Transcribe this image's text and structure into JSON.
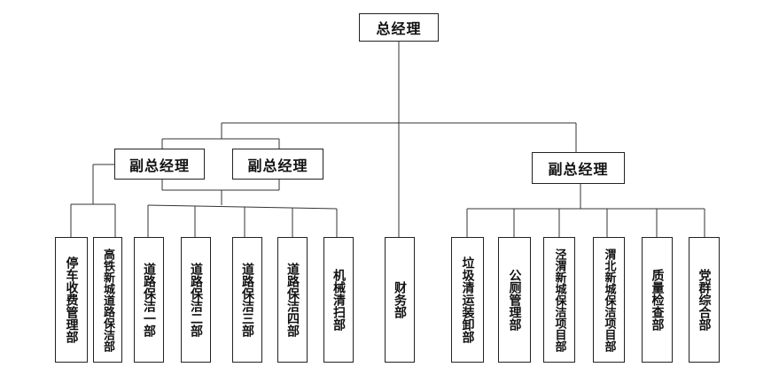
{
  "org_chart": {
    "ceo": "总经理",
    "deputy_left_1": "副总经理",
    "deputy_left_2": "副总经理",
    "deputy_right": "副总经理",
    "departments": {
      "d1": "停车收费管理部",
      "d2": "高铁新城道路保洁部",
      "d3": "道路保洁一部",
      "d4": "道路保洁二部",
      "d5": "道路保洁三部",
      "d6": "道路保洁四部",
      "d7": "机械清扫部",
      "d8": "财务部",
      "d9": "垃圾清运装卸部",
      "d10": "公厕管理部",
      "d11": "泾渭新城保洁项目部",
      "d12": "渭北新城保洁项目部",
      "d13": "质量检查部",
      "d14": "党群综合部"
    }
  }
}
